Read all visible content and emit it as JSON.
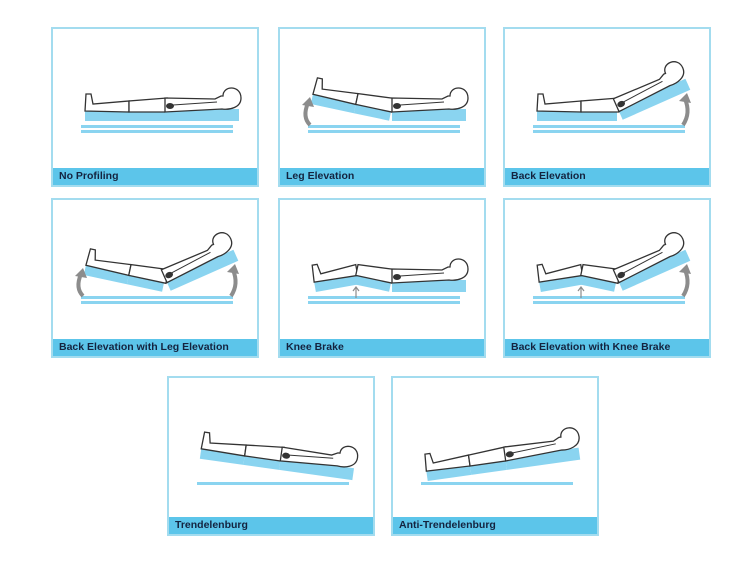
{
  "colors": {
    "border": "#a3dcef",
    "label_bar": "#5cc5ea",
    "label_text": "#14233f",
    "mattress": "#8ad4f0",
    "frame": "#8ad4f0",
    "arrow": "#8c8c8c"
  },
  "panels": [
    {
      "label": "No Profiling",
      "pose": "flat"
    },
    {
      "label": "Leg Elevation",
      "pose": "leg-elevation"
    },
    {
      "label": "Back Elevation",
      "pose": "back-elevation"
    },
    {
      "label": "Back Elevation with Leg Elevation",
      "pose": "back-leg-elevation"
    },
    {
      "label": "Knee Brake",
      "pose": "knee-brake"
    },
    {
      "label": "Back Elevation with Knee Brake",
      "pose": "back-knee-brake"
    },
    {
      "label": "Trendelenburg",
      "pose": "trendelenburg"
    },
    {
      "label": "Anti-Trendelenburg",
      "pose": "anti-trendelenburg"
    }
  ]
}
